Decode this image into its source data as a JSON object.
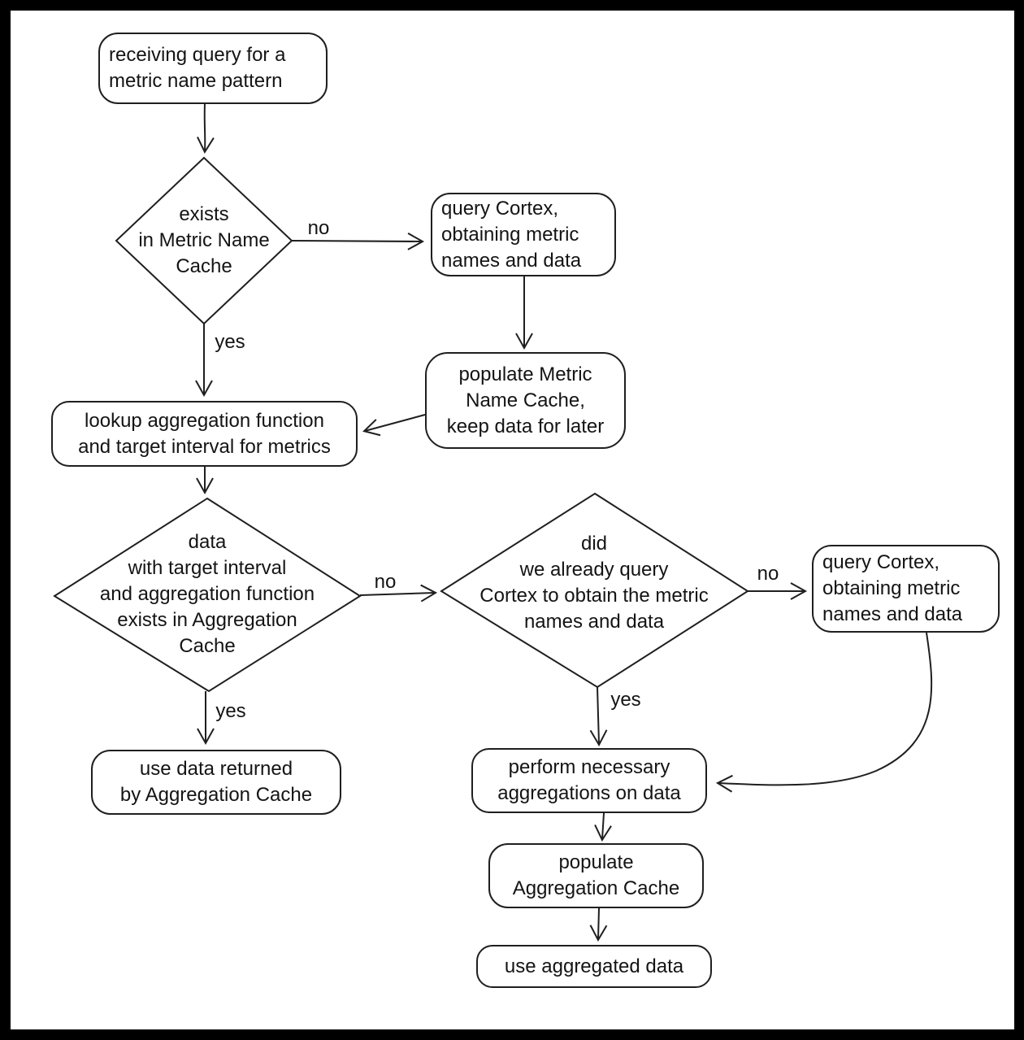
{
  "diagram": {
    "nodes": {
      "start": {
        "label": "receiving query for a\nmetric name pattern"
      },
      "exists_metric_name_cache": {
        "label": "exists\nin Metric Name\nCache"
      },
      "query_cortex_1": {
        "label": "query Cortex,\nobtaining metric\nnames and data"
      },
      "populate_metric_name_cache": {
        "label": "populate Metric\nName Cache,\nkeep data for later"
      },
      "lookup_aggregation": {
        "label": "lookup aggregation function\nand target interval for metrics"
      },
      "aggregation_cache_check": {
        "label": "data\nwith target interval\nand aggregation function\nexists in Aggregation\nCache"
      },
      "already_queried_check": {
        "label": "did\nwe already query\nCortex to obtain the metric\nnames and data"
      },
      "query_cortex_2": {
        "label": "query Cortex,\nobtaining metric\nnames and data"
      },
      "use_aggregation_cache_data": {
        "label": "use data returned\nby Aggregation Cache"
      },
      "perform_aggregations": {
        "label": "perform necessary\naggregations on data"
      },
      "populate_aggregation_cache": {
        "label": "populate\nAggregation Cache"
      },
      "use_aggregated_data": {
        "label": "use aggregated data"
      }
    },
    "edge_labels": {
      "no_1": "no",
      "yes_1": "yes",
      "no_2": "no",
      "no_3": "no",
      "yes_2": "yes",
      "yes_3": "yes"
    },
    "colors": {
      "stroke": "#1f1f1f",
      "text": "#141414",
      "paper": "#ffffff",
      "frame": "#000000"
    }
  }
}
